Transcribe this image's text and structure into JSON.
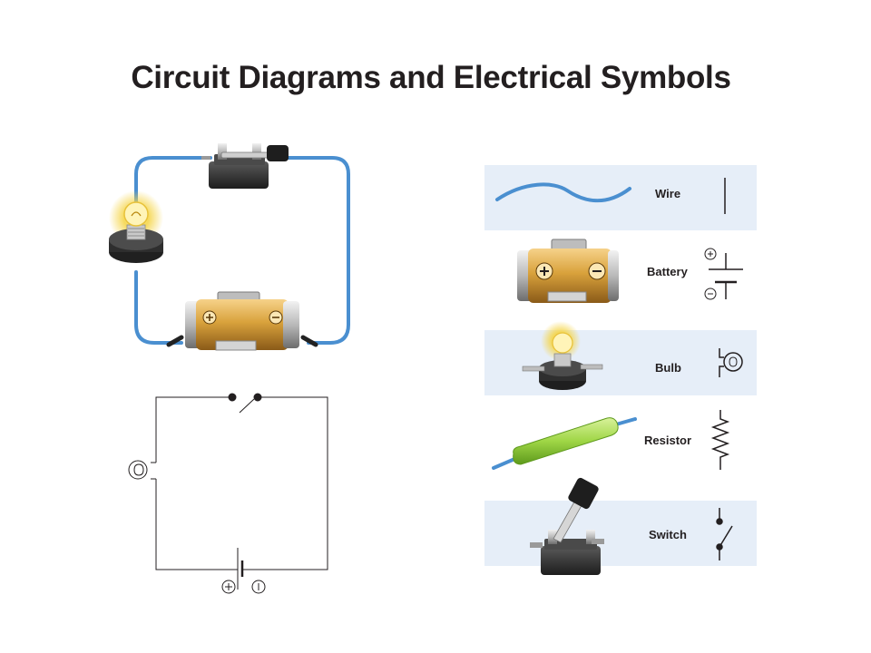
{
  "title": "Circuit Diagrams and Electrical Symbols",
  "symbol_rows": [
    {
      "label": "Wire",
      "icon": "wire-icon"
    },
    {
      "label": "Battery",
      "icon": "battery-icon"
    },
    {
      "label": "Bulb",
      "icon": "bulb-icon"
    },
    {
      "label": "Resistor",
      "icon": "resistor-icon"
    },
    {
      "label": "Switch",
      "icon": "switch-icon"
    }
  ],
  "colors": {
    "wire": "#4a8fd0",
    "row_shade": "#e6eef8",
    "battery_body": "#d9a23c",
    "bulb_glow": "#f5d54a",
    "resistor": "#9fd646",
    "base": "#3a3a3a",
    "line": "#231f20"
  }
}
